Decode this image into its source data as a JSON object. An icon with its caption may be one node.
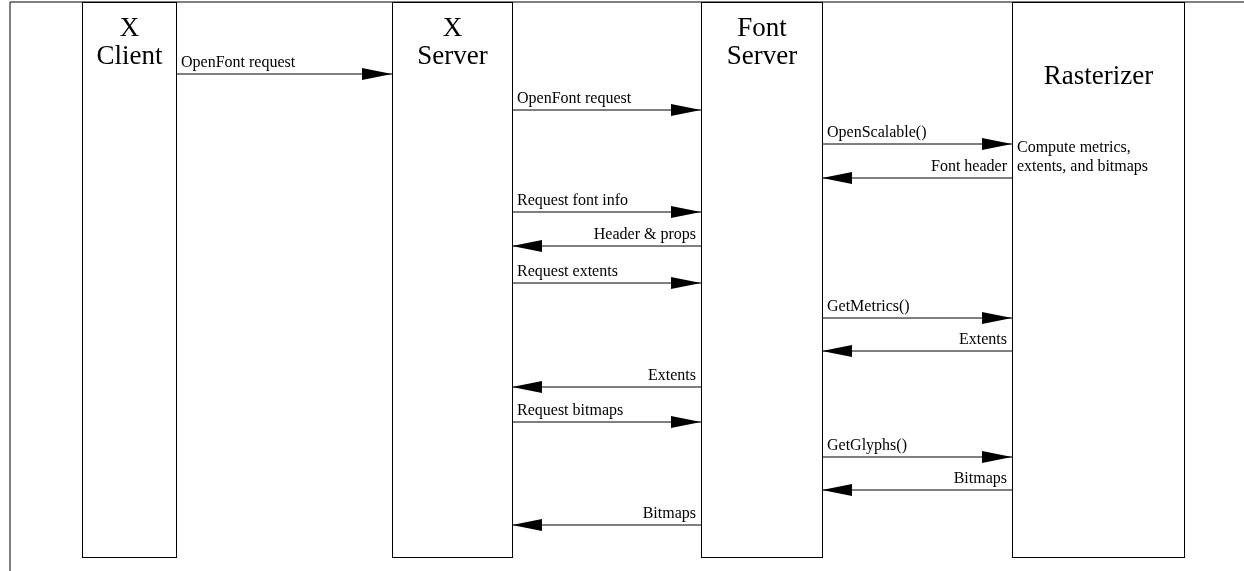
{
  "diagram": {
    "nodes": [
      {
        "text": [
          "X Client"
        ]
      },
      {
        "text": [
          "X Server"
        ]
      },
      {
        "text": [
          "Font Server"
        ]
      },
      {
        "text": [
          "Rasterizer",
          "Compute metrics, extents, and bitmaps"
        ]
      }
    ],
    "edges": [
      {
        "from": 0,
        "to": 1,
        "arrow": "to",
        "label": "OpenFont request"
      },
      {
        "from": 1,
        "to": 2,
        "arrow": "to",
        "label": "OpenFont request"
      },
      {
        "from": 2,
        "to": 3,
        "arrow": "to",
        "label": "OpenScalable()"
      },
      {
        "from": 3,
        "to": 2,
        "arrow": "to",
        "label": "Font header"
      },
      {
        "from": 1,
        "to": 2,
        "arrow": "to",
        "label": "Request font info"
      },
      {
        "from": 2,
        "to": 1,
        "arrow": "to",
        "label": "Header & props"
      },
      {
        "from": 1,
        "to": 2,
        "arrow": "to",
        "label": "Request extents"
      },
      {
        "from": 2,
        "to": 3,
        "arrow": "to",
        "label": "GetMetrics()"
      },
      {
        "from": 3,
        "to": 2,
        "arrow": "to",
        "label": "Extents"
      },
      {
        "from": 2,
        "to": 1,
        "arrow": "to",
        "label": "Extents"
      },
      {
        "from": 1,
        "to": 2,
        "arrow": "to",
        "label": "Request bitmaps"
      },
      {
        "from": 2,
        "to": 3,
        "arrow": "to",
        "label": "GetGlyphs()"
      },
      {
        "from": 3,
        "to": 2,
        "arrow": "to",
        "label": "Bitmaps"
      },
      {
        "from": 2,
        "to": 1,
        "arrow": "to",
        "label": "Bitmaps"
      }
    ]
  }
}
